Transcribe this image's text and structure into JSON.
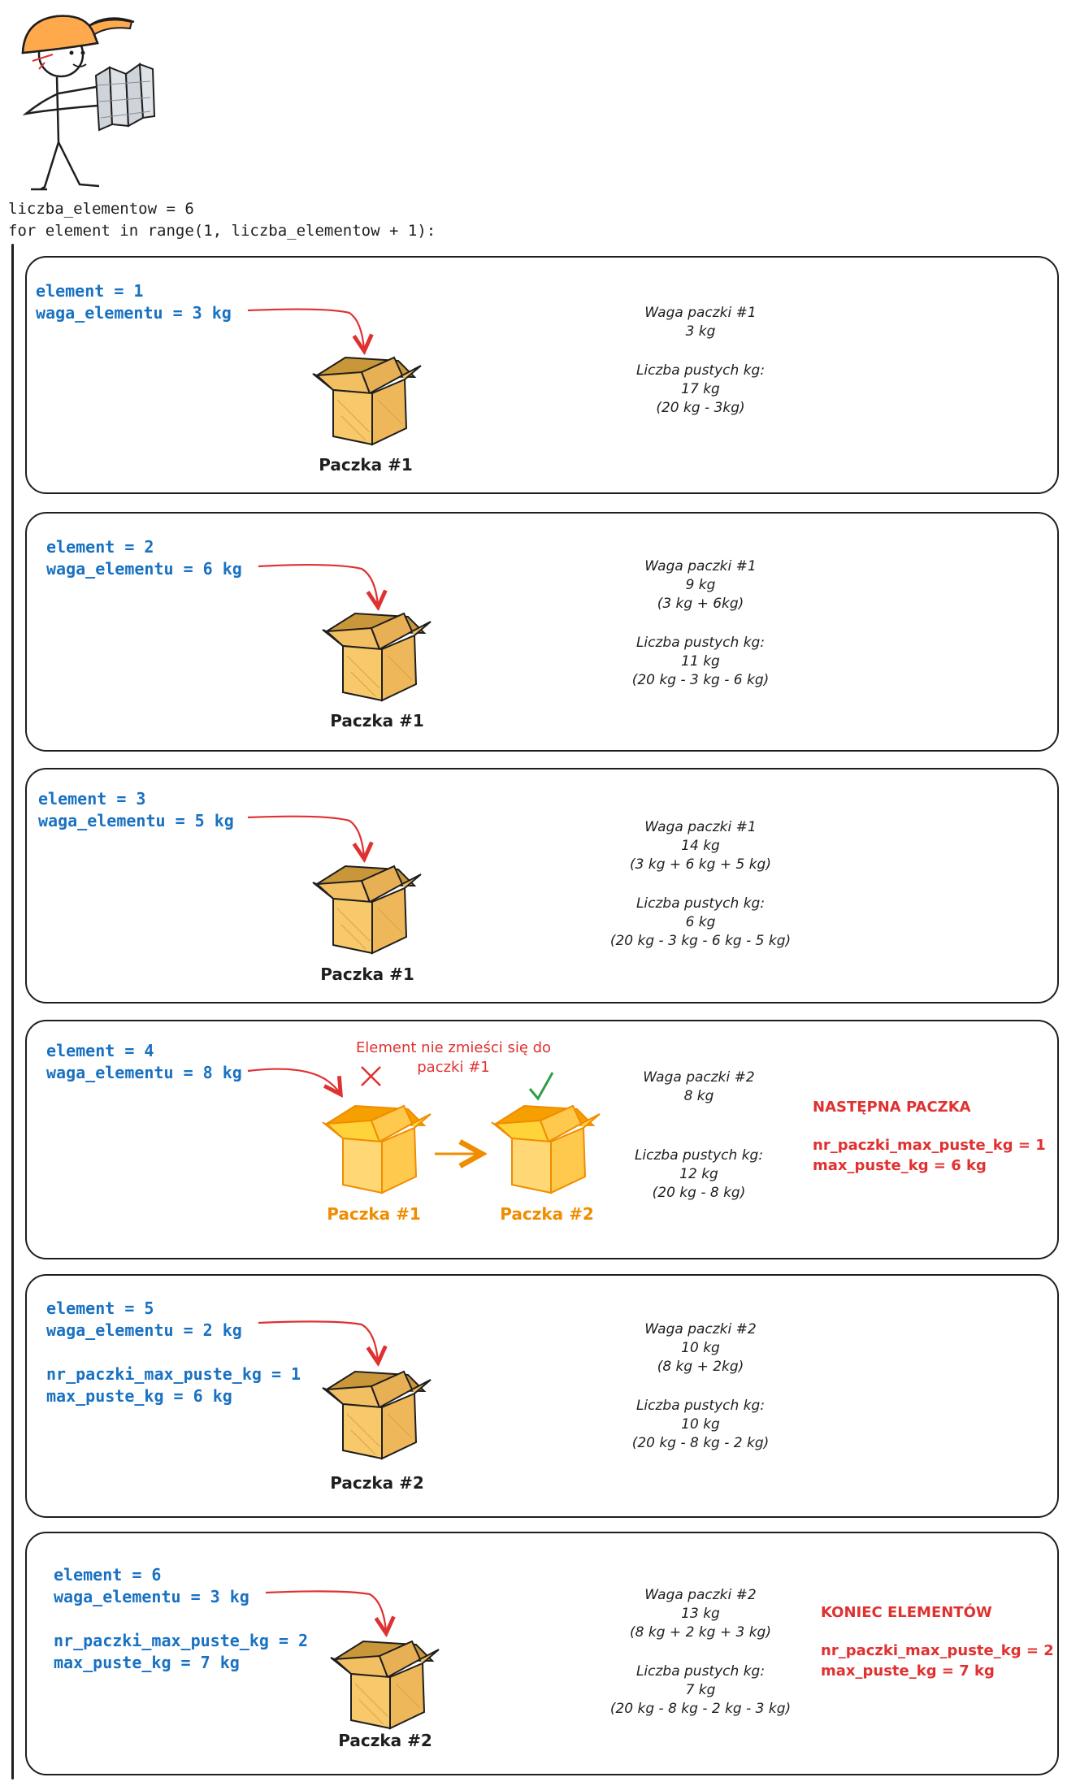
{
  "header": {
    "line1": "liczba_elementow = 6",
    "line2": "for element in range(1, liczba_elementow + 1):"
  },
  "colors": {
    "code": "#1971c2",
    "note": "#e03131",
    "box": "#f7c96b",
    "box_orange": "#f08c00",
    "check": "#2f9e44"
  },
  "steps": [
    {
      "element": "element = 1",
      "waga": "waga_elementu = 3 kg",
      "box_label": "Paczka #1",
      "info": [
        "Waga paczki #1",
        "3 kg",
        "",
        "Liczba pustych kg:",
        "17 kg",
        "(20 kg - 3kg)"
      ]
    },
    {
      "element": "element = 2",
      "waga": "waga_elementu = 6 kg",
      "box_label": "Paczka #1",
      "info": [
        "Waga paczki #1",
        "9 kg",
        "(3 kg + 6kg)",
        "",
        "Liczba pustych kg:",
        "11 kg",
        "(20 kg - 3 kg - 6 kg)"
      ]
    },
    {
      "element": "element = 3",
      "waga": "waga_elementu = 5 kg",
      "box_label": "Paczka #1",
      "info": [
        "Waga paczki #1",
        "14 kg",
        "(3 kg + 6 kg + 5 kg)",
        "",
        "Liczba pustych kg:",
        "6 kg",
        "(20 kg - 3 kg - 6 kg - 5 kg)"
      ]
    },
    {
      "element": "element = 4",
      "waga": "waga_elementu = 8 kg",
      "warning": "Element nie zmieści się do paczki #1",
      "box_label": "Paczka #1",
      "box_label2": "Paczka #2",
      "info": [
        "Waga paczki #2",
        "8 kg",
        "",
        "",
        "Liczba pustych kg:",
        "12 kg",
        "(20 kg - 8 kg)"
      ],
      "note": [
        "NASTĘPNA PACZKA",
        "nr_paczki_max_puste_kg = 1",
        "max_puste_kg = 6 kg"
      ]
    },
    {
      "element": "element = 5",
      "waga": "waga_elementu = 2 kg",
      "nr": "nr_paczki_max_puste_kg = 1",
      "max": "max_puste_kg = 6 kg",
      "box_label": "Paczka #2",
      "info": [
        "Waga paczki #2",
        "10 kg",
        "(8 kg + 2kg)",
        "",
        "Liczba pustych kg:",
        "10 kg",
        "(20 kg - 8 kg - 2 kg)"
      ]
    },
    {
      "element": "element = 6",
      "waga": "waga_elementu = 3 kg",
      "nr": "nr_paczki_max_puste_kg = 2",
      "max": "max_puste_kg = 7 kg",
      "box_label": "Paczka #2",
      "info": [
        "Waga paczki #2",
        "13 kg",
        "(8 kg + 2 kg + 3 kg)",
        "",
        "Liczba pustych kg:",
        "7 kg",
        "(20 kg - 8 kg - 2 kg - 3 kg)"
      ],
      "note": [
        "KONIEC ELEMENTÓW",
        "nr_paczki_max_puste_kg = 2",
        "max_puste_kg = 7 kg"
      ]
    }
  ]
}
